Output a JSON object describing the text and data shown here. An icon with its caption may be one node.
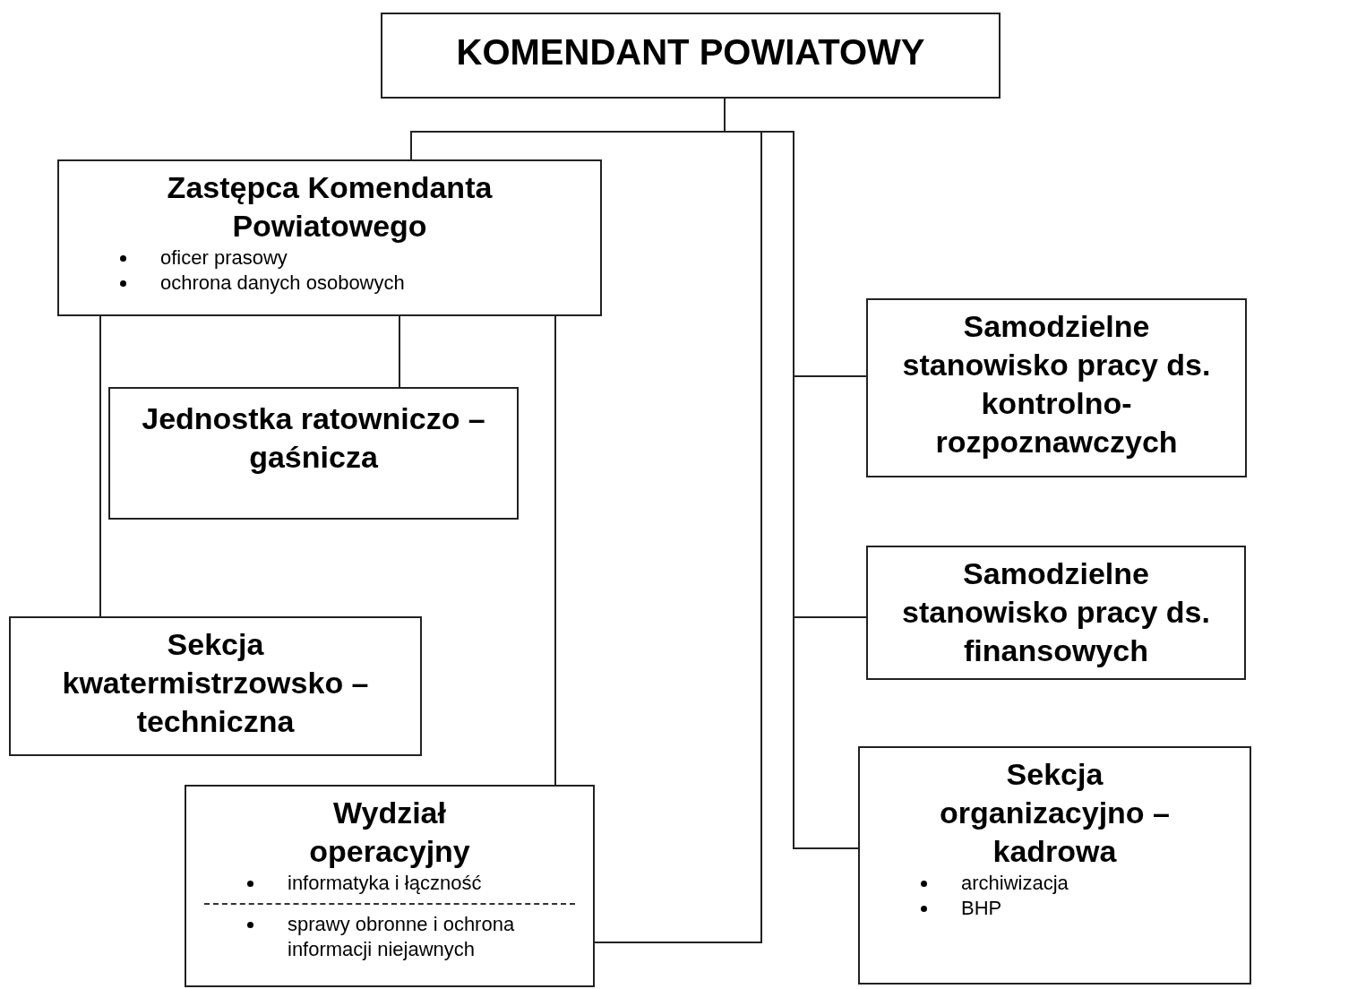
{
  "diagram": {
    "nodes": [
      {
        "text": [
          "KOMENDANT POWIATOWY"
        ]
      },
      {
        "text": [
          "Zastępca Komendanta Powiatowego",
          "oficer prasowy",
          "ochrona danych osobowych"
        ]
      },
      {
        "text": [
          "Jednostka ratowniczo – gaśnicza"
        ]
      },
      {
        "text": [
          "Sekcja kwatermistrzowsko – techniczna"
        ]
      },
      {
        "text": [
          "Wydział operacyjny",
          "informatyka i łączność",
          "sprawy obronne i ochrona informacji niejawnych"
        ]
      },
      {
        "text": [
          "Samodzielne stanowisko pracy ds. kontrolno-rozpoznawczych"
        ]
      },
      {
        "text": [
          "Samodzielne stanowisko pracy ds. finansowych"
        ]
      },
      {
        "text": [
          "Sekcja organizacyjno – kadrowa",
          "archiwizacja",
          "BHP"
        ]
      }
    ],
    "edges": [
      {
        "from": 0,
        "to": 1,
        "arrow": "none"
      },
      {
        "from": 0,
        "to": 4,
        "arrow": "none"
      },
      {
        "from": 0,
        "to": 5,
        "arrow": "none"
      },
      {
        "from": 0,
        "to": 6,
        "arrow": "none"
      },
      {
        "from": 0,
        "to": 7,
        "arrow": "none"
      },
      {
        "from": 1,
        "to": 2,
        "arrow": "none"
      },
      {
        "from": 1,
        "to": 3,
        "arrow": "none"
      },
      {
        "from": 1,
        "to": 4,
        "arrow": "none"
      }
    ]
  }
}
